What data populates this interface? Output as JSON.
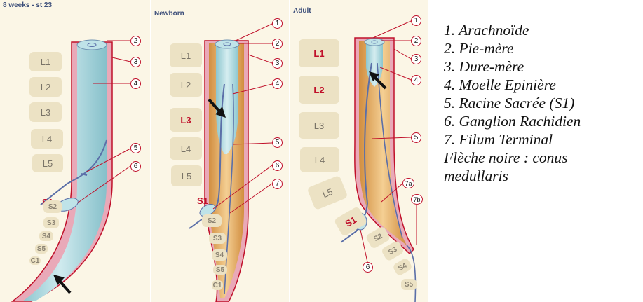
{
  "panels": [
    {
      "title": "8 weeks - st 23",
      "vertebrae": [
        "L1",
        "L2",
        "L3",
        "L4",
        "L5",
        "S1",
        "S2",
        "S3",
        "S4",
        "S5",
        "C1"
      ],
      "highlight": [
        "S1"
      ],
      "callouts": [
        "2",
        "3",
        "4",
        "5",
        "6"
      ]
    },
    {
      "title": "Newborn",
      "vertebrae": [
        "L1",
        "L2",
        "L3",
        "L4",
        "L5",
        "S1",
        "S2",
        "S3",
        "S4",
        "S5",
        "C1"
      ],
      "highlight": [
        "L3",
        "S1"
      ],
      "callouts": [
        "1",
        "2",
        "3",
        "4",
        "5",
        "6",
        "7"
      ]
    },
    {
      "title": "Adult",
      "vertebrae": [
        "L1",
        "L2",
        "L3",
        "L4",
        "L5",
        "S1",
        "S2",
        "S3",
        "S4",
        "S5"
      ],
      "highlight": [
        "L1",
        "L2",
        "S1"
      ],
      "callouts": [
        "1",
        "2",
        "3",
        "4",
        "5",
        "6",
        "7a",
        "7b"
      ]
    }
  ],
  "legend": [
    "1. Arachnoïde",
    "2. Pie-mère",
    "3. Dure-mère",
    "4. Moelle Epinière",
    "5. Racine Sacrée (S1)",
    "6. Ganglion Rachidien",
    "7. Filum Terminal",
    "Flèche noire : conus",
    "medullaris"
  ],
  "colors": {
    "dura": "#e9a9b8",
    "dura_edge": "#c0102a",
    "arachnoid": "#d79a4e",
    "csf": "#f3c98a",
    "cord": "#a9d5dc",
    "nerve": "#5b6fa8",
    "vertebra": "#ece2c4"
  }
}
